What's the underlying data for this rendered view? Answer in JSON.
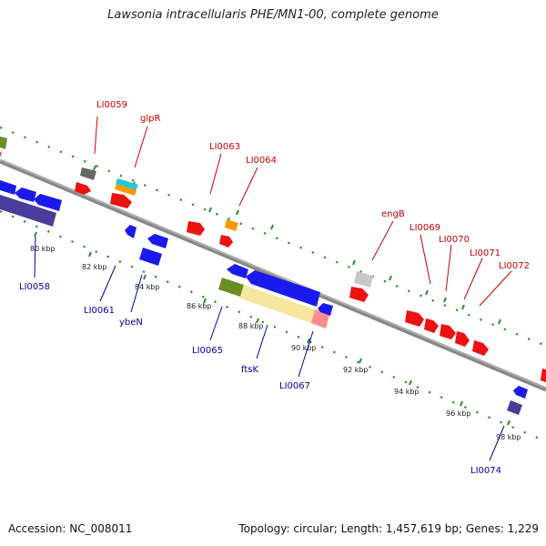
{
  "title": "Lawsonia intracellularis PHE/MN1-00, complete genome",
  "footer": {
    "accession": "Accession: NC_008011",
    "summary": "Topology: circular; Length: 1,457,619 bp; Genes: 1,229"
  },
  "colors": {
    "backbone": "#888888",
    "tick_green": "#2e8b2e",
    "forward_label": "#cc0000",
    "reverse_label": "#0000aa",
    "cds_forward": "#ee1111",
    "cds_reverse": "#1a1aee"
  },
  "ticks": [
    {
      "label": "80 kbp"
    },
    {
      "label": "82 kbp"
    },
    {
      "label": "84 kbp"
    },
    {
      "label": "86 kbp"
    },
    {
      "label": "88 kbp"
    },
    {
      "label": "90 kbp"
    },
    {
      "label": "92 kbp"
    },
    {
      "label": "94 kbp"
    },
    {
      "label": "96 kbp"
    },
    {
      "label": "98 kbp"
    }
  ],
  "forward_labels": [
    "LI0059",
    "glpR",
    "LI0063",
    "LI0064",
    "engB",
    "LI0069",
    "LI0070",
    "LI0071",
    "LI0072"
  ],
  "reverse_labels": [
    "LI0058",
    "LI0061",
    "ybeN",
    "LI0065",
    "ftsK",
    "LI0067",
    "LI0074"
  ]
}
